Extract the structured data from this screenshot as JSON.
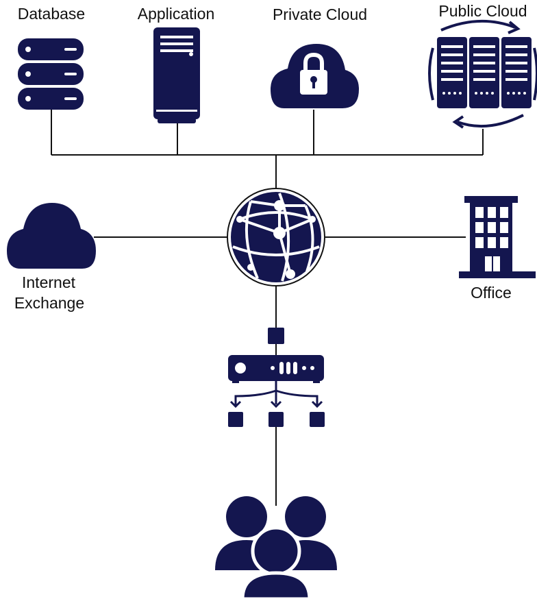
{
  "colors": {
    "icon": "#14164f",
    "line": "#111111",
    "background": "#ffffff"
  },
  "nodes": {
    "database": {
      "label": "Database",
      "icon": "database-server-icon"
    },
    "application": {
      "label": "Application",
      "icon": "application-server-icon"
    },
    "private_cloud": {
      "label": "Private Cloud",
      "icon": "cloud-lock-icon"
    },
    "public_cloud": {
      "label": "Public Cloud",
      "icon": "server-rack-sync-icon"
    },
    "internet_exchange": {
      "label_line1": "Internet",
      "label_line2": "Exchange",
      "icon": "cloud-icon"
    },
    "internet": {
      "icon": "globe-network-icon"
    },
    "office": {
      "label": "Office",
      "icon": "office-building-icon"
    },
    "router": {
      "icon": "router-icon"
    },
    "distribution": {
      "icon": "distribution-arrows-icon"
    },
    "users": {
      "icon": "users-group-icon"
    }
  }
}
